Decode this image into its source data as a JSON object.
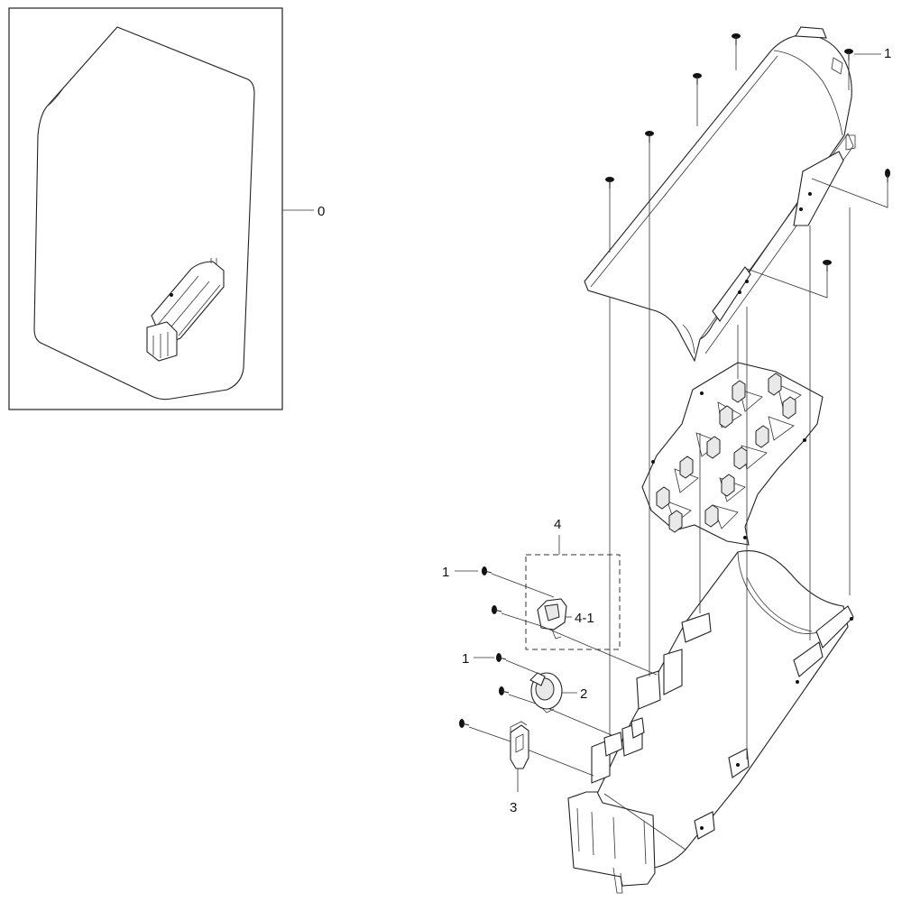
{
  "callouts": {
    "c0": "0",
    "c1_top": "1",
    "c1_a": "1",
    "c1_b": "1",
    "c2": "2",
    "c3": "3",
    "c4": "4",
    "c4_1": "4-1"
  }
}
